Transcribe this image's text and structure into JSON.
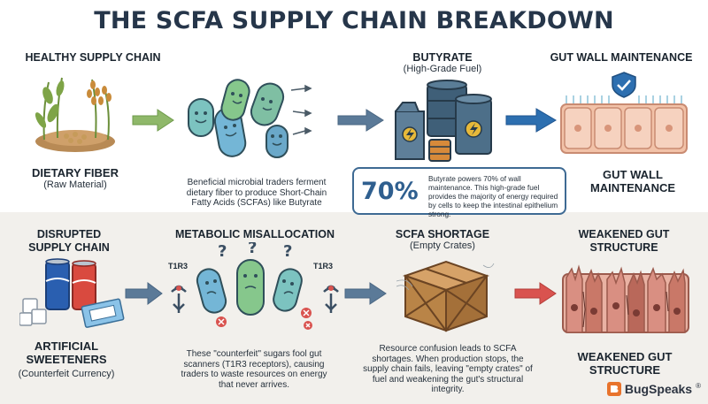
{
  "title": "THE SCFA SUPPLY CHAIN BREAKDOWN",
  "top": {
    "stage1": {
      "heading": "HEALTHY SUPPLY CHAIN",
      "label": "DIETARY FIBER",
      "sublabel": "(Raw Material)"
    },
    "stage2": {
      "caption": "Beneficial microbial traders ferment dietary fiber to produce Short-Chain Fatty Acids (SCFAs) like Butyrate"
    },
    "stage3": {
      "heading": "BUTYRATE",
      "subheading": "(High-Grade Fuel)"
    },
    "stage4": {
      "heading": "GUT WALL MAINTENANCE",
      "label": "GUT WALL MAINTENANCE"
    },
    "callout": {
      "percent": "70%",
      "text": "Butyrate powers 70% of wall maintenance. This high-grade fuel provides the majority of energy required by cells to keep the intestinal epithelium strong."
    }
  },
  "bottom": {
    "stage1": {
      "heading": "DISRUPTED SUPPLY CHAIN",
      "label": "ARTIFICIAL SWEETENERS",
      "sublabel": "(Counterfeit Currency)"
    },
    "stage2": {
      "heading": "METABOLIC MISALLOCATION",
      "receptor_left": "T1R3",
      "receptor_right": "T1R3",
      "caption": "These \"counterfeit\" sugars fool gut scanners (T1R3 receptors), causing traders to waste resources on energy that never arrives."
    },
    "stage3": {
      "heading": "SCFA SHORTAGE",
      "subheading": "(Empty Crates)",
      "caption": "Resource confusion leads to SCFA shortages. When production stops, the supply chain fails, leaving \"empty crates\" of fuel and weakening the gut's structural integrity."
    },
    "stage4": {
      "heading": "WEAKENED GUT STRUCTURE",
      "label": "WEAKENED GUT STRUCTURE"
    }
  },
  "brand": {
    "name": "BugSpeaks",
    "mark": "®"
  },
  "colors": {
    "title": "#26364a",
    "arrow_green": "#8fb86a",
    "arrow_blue": "#2d6fb0",
    "arrow_red": "#d9534f",
    "arrow_slate": "#5b7a98",
    "callout_border": "#3e6a93",
    "bottom_band": "#f2f0ec",
    "brand_accent": "#e8732c"
  }
}
